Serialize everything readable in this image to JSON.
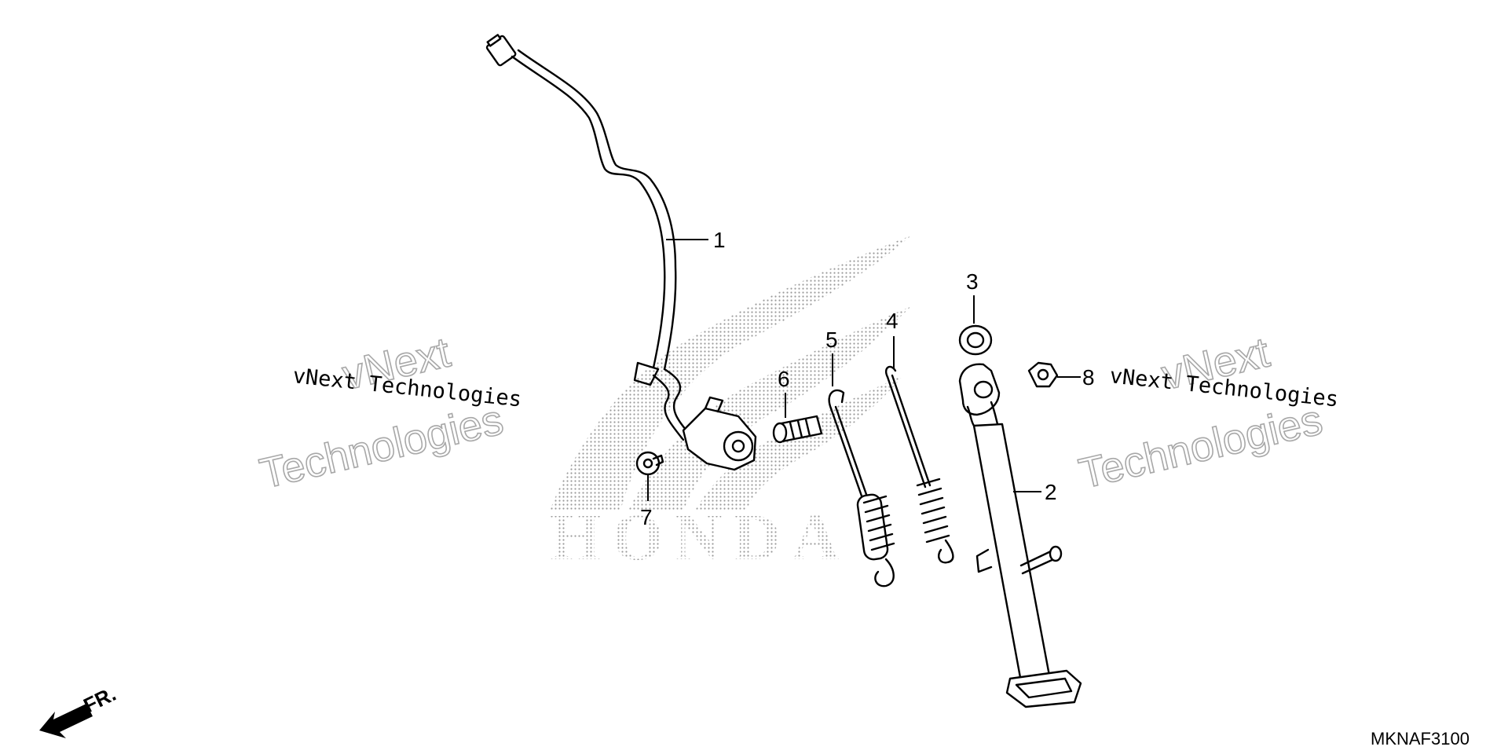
{
  "diagram": {
    "callouts": [
      "1",
      "2",
      "3",
      "4",
      "5",
      "6",
      "7",
      "8"
    ],
    "watermark_line": "vNext Technologies",
    "watermark_big_top": "vNext",
    "watermark_big_bottom": "Technologies",
    "logo_text": "HONDA",
    "front_label": "FR.",
    "diagram_code": "MKNAF3100"
  },
  "colors": {
    "ink": "#000000",
    "logo_dots": "#9a9a9a",
    "watermark_outline": "#a8a8a8",
    "background": "#ffffff"
  },
  "icons": {
    "front_direction": "front-arrow-icon"
  }
}
